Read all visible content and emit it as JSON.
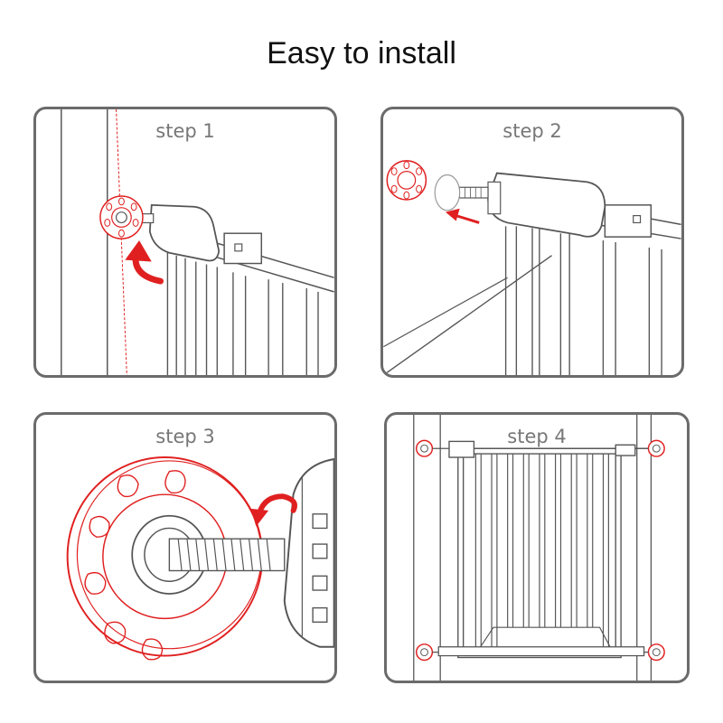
{
  "title": "Easy to install",
  "colors": {
    "accent": "#e02020",
    "line": "#555555",
    "frame": "#6b6b6b",
    "label": "#777777"
  },
  "steps": [
    {
      "label": "step 1"
    },
    {
      "label": "step 2"
    },
    {
      "label": "step 3"
    },
    {
      "label": "step 4"
    }
  ]
}
